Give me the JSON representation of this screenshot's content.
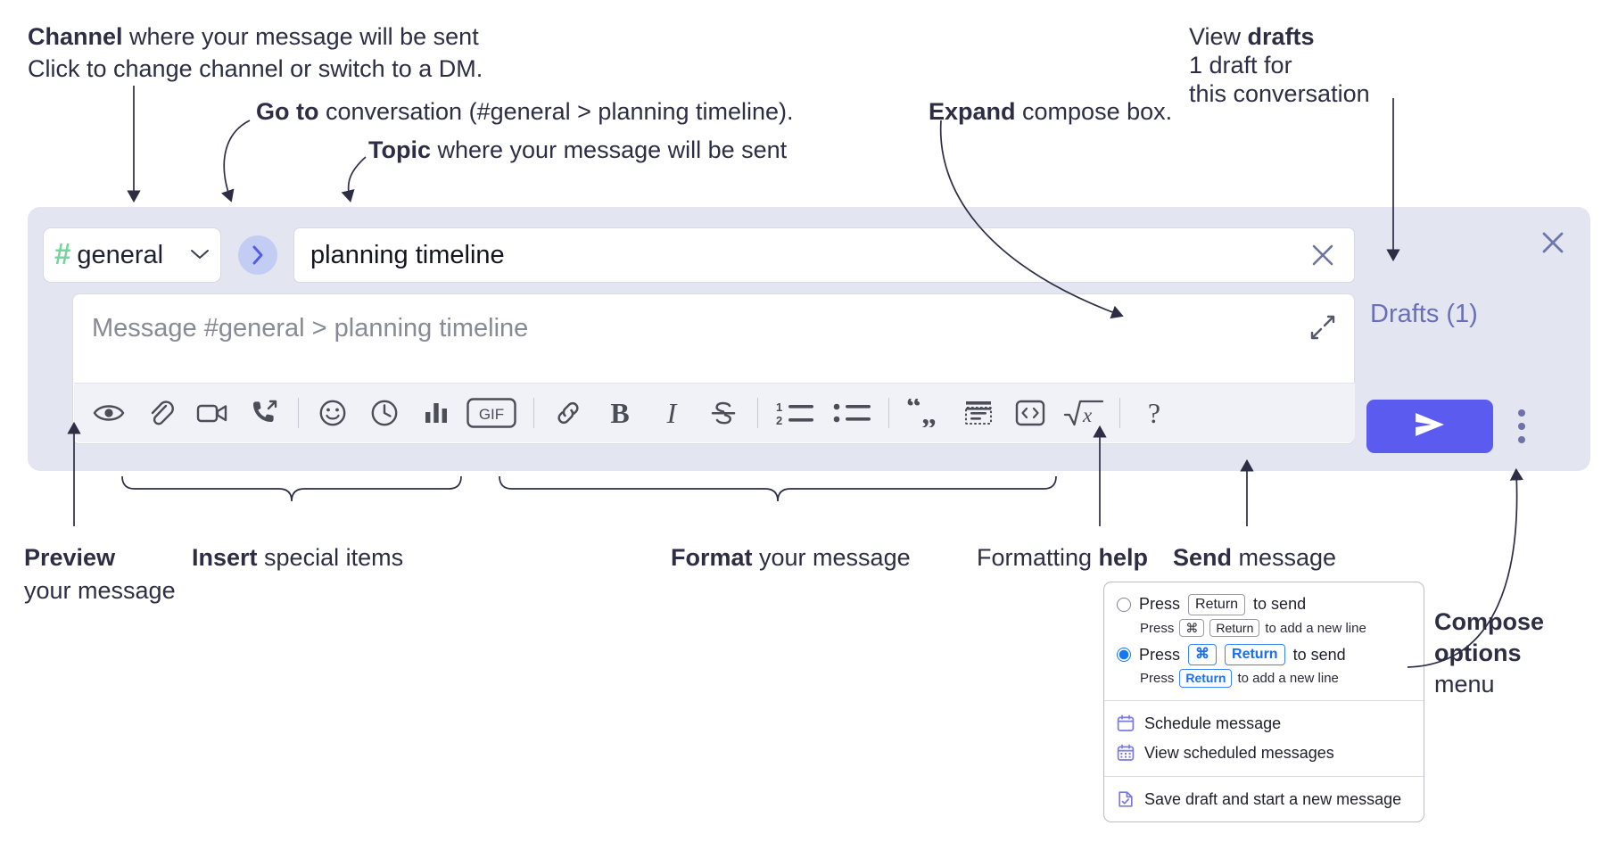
{
  "annotations": {
    "channel": {
      "bold": "Channel",
      "rest": " where your message will be sent",
      "italic": "Click to change channel or switch to a DM."
    },
    "goto": {
      "bold": "Go to",
      "rest": " conversation (#general > planning timeline)."
    },
    "topic": {
      "bold": "Topic",
      "rest": " where your message will be sent"
    },
    "expand": {
      "bold": "Expand",
      "rest": " compose box."
    },
    "drafts": {
      "plain": "View ",
      "bold": "drafts",
      "italic1": "1 draft for",
      "italic2": "this conversation"
    },
    "preview": {
      "bold": "Preview",
      "rest": "your message"
    },
    "insert": {
      "bold": "Insert",
      "rest": " special items"
    },
    "format": {
      "bold": "Format",
      "rest": " your message"
    },
    "help": {
      "plain": "Formatting ",
      "bold": "help"
    },
    "send": {
      "bold": "Send",
      "rest": " message"
    },
    "compose_options": {
      "bold1": "Compose",
      "bold2": "options",
      "rest": "menu"
    }
  },
  "composer": {
    "channel": {
      "hash": "#",
      "name": "general",
      "chevron": "chevron-down"
    },
    "goto_icon": "chevron-right-circle",
    "topic": {
      "value": "planning timeline",
      "clear_icon": "close-icon"
    },
    "message": {
      "placeholder": "Message #general > planning timeline",
      "expand_icon": "expand-diagonal-icon"
    },
    "drafts_label": "Drafts (1)",
    "close_icon": "close-icon",
    "send_icon": "send-paper-plane-icon",
    "options_icon": "kebab-vertical-icon",
    "toolbar": [
      {
        "name": "preview-icon",
        "label": "Preview",
        "group": "preview"
      },
      {
        "name": "attachment-icon",
        "label": "Attach file",
        "group": "insert"
      },
      {
        "name": "video-camera-icon",
        "label": "Video clip",
        "group": "insert"
      },
      {
        "name": "phone-forward-icon",
        "label": "Audio clip",
        "group": "insert"
      },
      {
        "name": "divider-1",
        "label": "",
        "group": "divider"
      },
      {
        "name": "emoji-icon",
        "label": "Emoji",
        "group": "insert"
      },
      {
        "name": "clock-icon",
        "label": "Reminder",
        "group": "insert"
      },
      {
        "name": "poll-bars-icon",
        "label": "Poll",
        "group": "insert"
      },
      {
        "name": "gif-icon",
        "label": "GIF",
        "group": "insert"
      },
      {
        "name": "divider-2",
        "label": "",
        "group": "divider"
      },
      {
        "name": "link-icon",
        "label": "Link",
        "group": "format"
      },
      {
        "name": "bold-icon",
        "label": "B",
        "group": "format"
      },
      {
        "name": "italic-icon",
        "label": "I",
        "group": "format"
      },
      {
        "name": "strikethrough-icon",
        "label": "Strikethrough",
        "group": "format"
      },
      {
        "name": "divider-3",
        "label": "",
        "group": "divider"
      },
      {
        "name": "ordered-list-icon",
        "label": "Ordered list",
        "group": "format"
      },
      {
        "name": "bulleted-list-icon",
        "label": "Bulleted list",
        "group": "format"
      },
      {
        "name": "divider-4",
        "label": "",
        "group": "divider"
      },
      {
        "name": "blockquote-icon",
        "label": "Blockquote",
        "group": "format"
      },
      {
        "name": "code-block-icon",
        "label": "Code block",
        "group": "format"
      },
      {
        "name": "inline-code-icon",
        "label": "Inline code",
        "group": "format"
      },
      {
        "name": "math-icon",
        "label": "Math",
        "group": "format"
      },
      {
        "name": "divider-5",
        "label": "",
        "group": "divider"
      },
      {
        "name": "help-icon",
        "label": "?",
        "group": "help"
      }
    ]
  },
  "options_menu": {
    "radio_1": {
      "selected": false,
      "pre": "Press",
      "key": "Return",
      "post": "to send",
      "sub_pre": "Press",
      "sub_key1": "⌘",
      "sub_key2": "Return",
      "sub_post": "to add a new line"
    },
    "radio_2": {
      "selected": true,
      "pre": "Press",
      "key1": "⌘",
      "key2": "Return",
      "post": "to send",
      "sub_pre": "Press",
      "sub_key": "Return",
      "sub_post": "to add a new line"
    },
    "items": [
      {
        "icon": "calendar-icon",
        "label": "Schedule message"
      },
      {
        "icon": "calendar-grid-icon",
        "label": "View scheduled messages"
      },
      {
        "icon": "draft-save-icon",
        "label": "Save draft and start a new message"
      }
    ]
  },
  "colors": {
    "panel_bg": "#e3e5f1",
    "accent_indigo": "#5b5bf0",
    "goto_circle": "#c3cdf4",
    "hash_green": "#6fd79b",
    "drafts_text": "#6a6fb8",
    "radio_blue": "#1477f5",
    "menu_icon_purple": "#7a7ae0",
    "text_dark": "#2d2d44"
  }
}
